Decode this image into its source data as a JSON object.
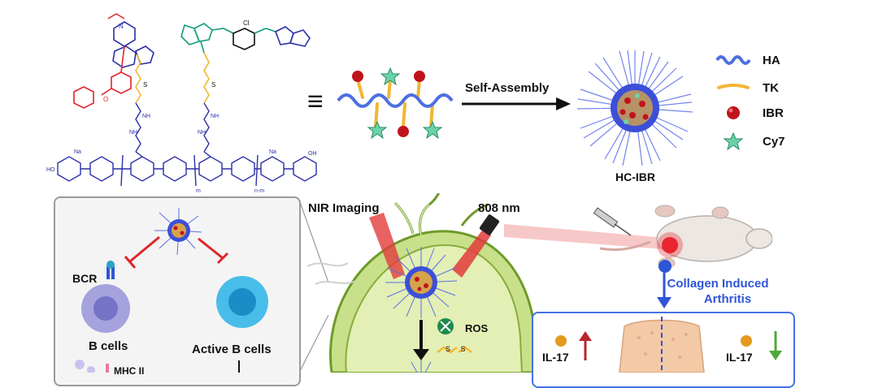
{
  "top": {
    "equiv_symbol": "≡",
    "self_assembly_label": "Self-Assembly",
    "nanoparticle_label": "HC-IBR",
    "legend": [
      {
        "symbol": "wave",
        "color": "#4d6fe0",
        "label": "HA"
      },
      {
        "symbol": "bar",
        "color": "#f2b632",
        "label": "TK"
      },
      {
        "symbol": "ball",
        "color": "#c0141d",
        "label": "IBR"
      },
      {
        "symbol": "star",
        "color": "#6bd3a8",
        "label": "Cy7"
      }
    ]
  },
  "structure": {
    "atoms": [
      "N",
      "O",
      "NH",
      "Na",
      "HO",
      "OH",
      "S",
      "Cl",
      "m",
      "n-m"
    ]
  },
  "left_panel": {
    "bcr_label": "BCR",
    "b_cells_label": "B cells",
    "active_b_cells_label": "Active B cells",
    "mhc_label": "MHC II"
  },
  "center": {
    "nir_label": "NIR Imaging",
    "laser_label": "808 nm",
    "ros_label": "ROS"
  },
  "right": {
    "disease_label_line1": "Collagen Induced",
    "disease_label_line2": "Arthritis",
    "il_left": "IL-17",
    "il_right": "IL-17"
  },
  "colors": {
    "ha_blue": "#4d6fe0",
    "tk_yellow": "#f2b632",
    "ibr_red": "#c0141d",
    "cy7_green": "#6bd3a8",
    "drug_red": "#e0252b",
    "dye_teal": "#139c7c",
    "polymer_blue": "#2a2fa8",
    "accent_blue": "#2e55d6"
  }
}
